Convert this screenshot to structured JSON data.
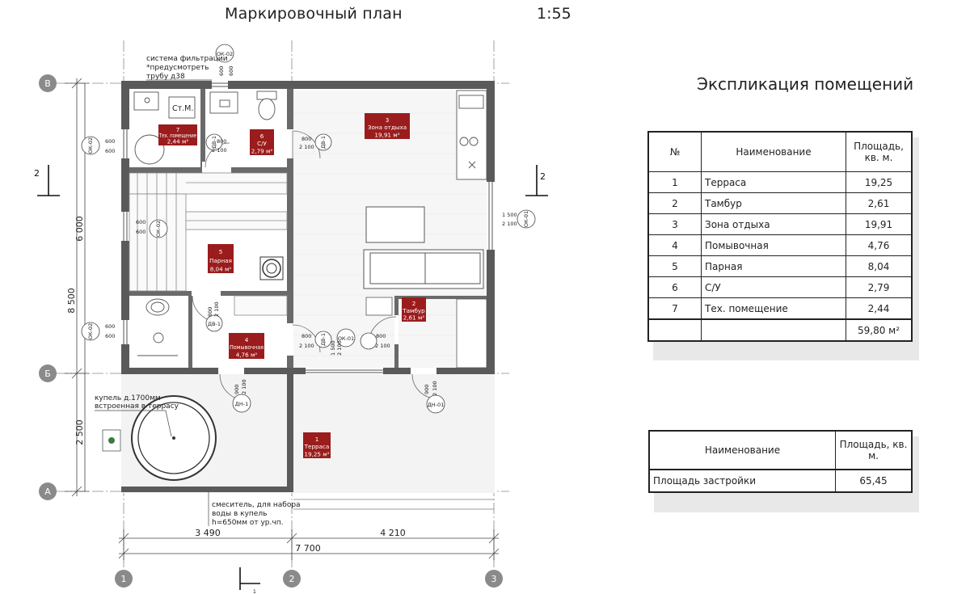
{
  "sheet": {
    "title": "Маркировочный план",
    "scale": "1:55"
  },
  "explication": {
    "title": "Экспликация помещений",
    "headers": {
      "num": "№",
      "name": "Наименование",
      "area": "Площадь,\nкв. м."
    },
    "rows": [
      {
        "num": "1",
        "name": "Терраса",
        "area": "19,25"
      },
      {
        "num": "2",
        "name": "Тамбур",
        "area": "2,61"
      },
      {
        "num": "3",
        "name": "Зона отдыха",
        "area": "19,91"
      },
      {
        "num": "4",
        "name": "Помывочная",
        "area": "4,76"
      },
      {
        "num": "5",
        "name": "Парная",
        "area": "8,04"
      },
      {
        "num": "6",
        "name": "С/У",
        "area": "2,79"
      },
      {
        "num": "7",
        "name": "Тех. помещение",
        "area": "2,44"
      }
    ],
    "total": "59,80 м²"
  },
  "building_area": {
    "headers": {
      "name": "Наименование",
      "area": "Площадь, кв. м."
    },
    "name": "Площадь застройки",
    "area": "65,45"
  },
  "plan": {
    "room_tags": [
      {
        "num": "7",
        "name": "Тех. помещение",
        "area": "2,44 м²"
      },
      {
        "num": "6",
        "name": "С/У",
        "area": "2,79 м²"
      },
      {
        "num": "3",
        "name": "Зона отдыха",
        "area": "19,91 м²"
      },
      {
        "num": "5",
        "name": "Парная",
        "area": "8,04 м²"
      },
      {
        "num": "4",
        "name": "Помывочная",
        "area": "4,76 м²"
      },
      {
        "num": "2",
        "name": "Тамбур",
        "area": "2,61 м²"
      },
      {
        "num": "1",
        "name": "Терраса",
        "area": "19,25 м²"
      }
    ],
    "axes": {
      "rows": [
        "В",
        "Б",
        "А"
      ],
      "cols": [
        "1",
        "2",
        "3"
      ]
    },
    "dimensions": {
      "vertical_total": "8 500",
      "vertical_upper": "6 000",
      "vertical_lower": "2 500",
      "horizontal_left": "3 490",
      "horizontal_right": "4 210",
      "horizontal_total": "7 700"
    },
    "section_marks": [
      "2",
      "2",
      "1"
    ],
    "fixture_label": "Ст.М.",
    "notes": {
      "filter": [
        "система фильтрации",
        "*предусмотреть",
        "трубу д38"
      ],
      "font": [
        "купель д.1700мм",
        "встроенная в террасу"
      ],
      "mixer": [
        "смеситель, для набора",
        "воды в купель",
        "h=650мм от ур.чп."
      ]
    },
    "window_marks": [
      "ОК-02",
      "ОК-02",
      "ОК-02",
      "ОК-02",
      "ОК-01",
      "ОК-01"
    ],
    "door_marks": [
      "ДВ-1",
      "ДВ-1",
      "ДВ-1",
      "ДВ-1",
      "ДН-1",
      "ДН-01"
    ],
    "window_sizes": [
      [
        "600",
        "600"
      ],
      [
        "600",
        "600"
      ],
      [
        "600",
        "600"
      ],
      [
        "600",
        "600"
      ],
      [
        "1 500",
        "2 100"
      ],
      [
        "1 500",
        "2 100"
      ]
    ],
    "door_sizes": [
      [
        "800",
        "2 100"
      ],
      [
        "800",
        "2 100"
      ],
      [
        "800",
        "2 100"
      ],
      [
        "800",
        "2 100"
      ],
      [
        "800",
        "2 100"
      ],
      [
        "900",
        "2 100"
      ],
      [
        "900",
        "2 100"
      ]
    ]
  }
}
